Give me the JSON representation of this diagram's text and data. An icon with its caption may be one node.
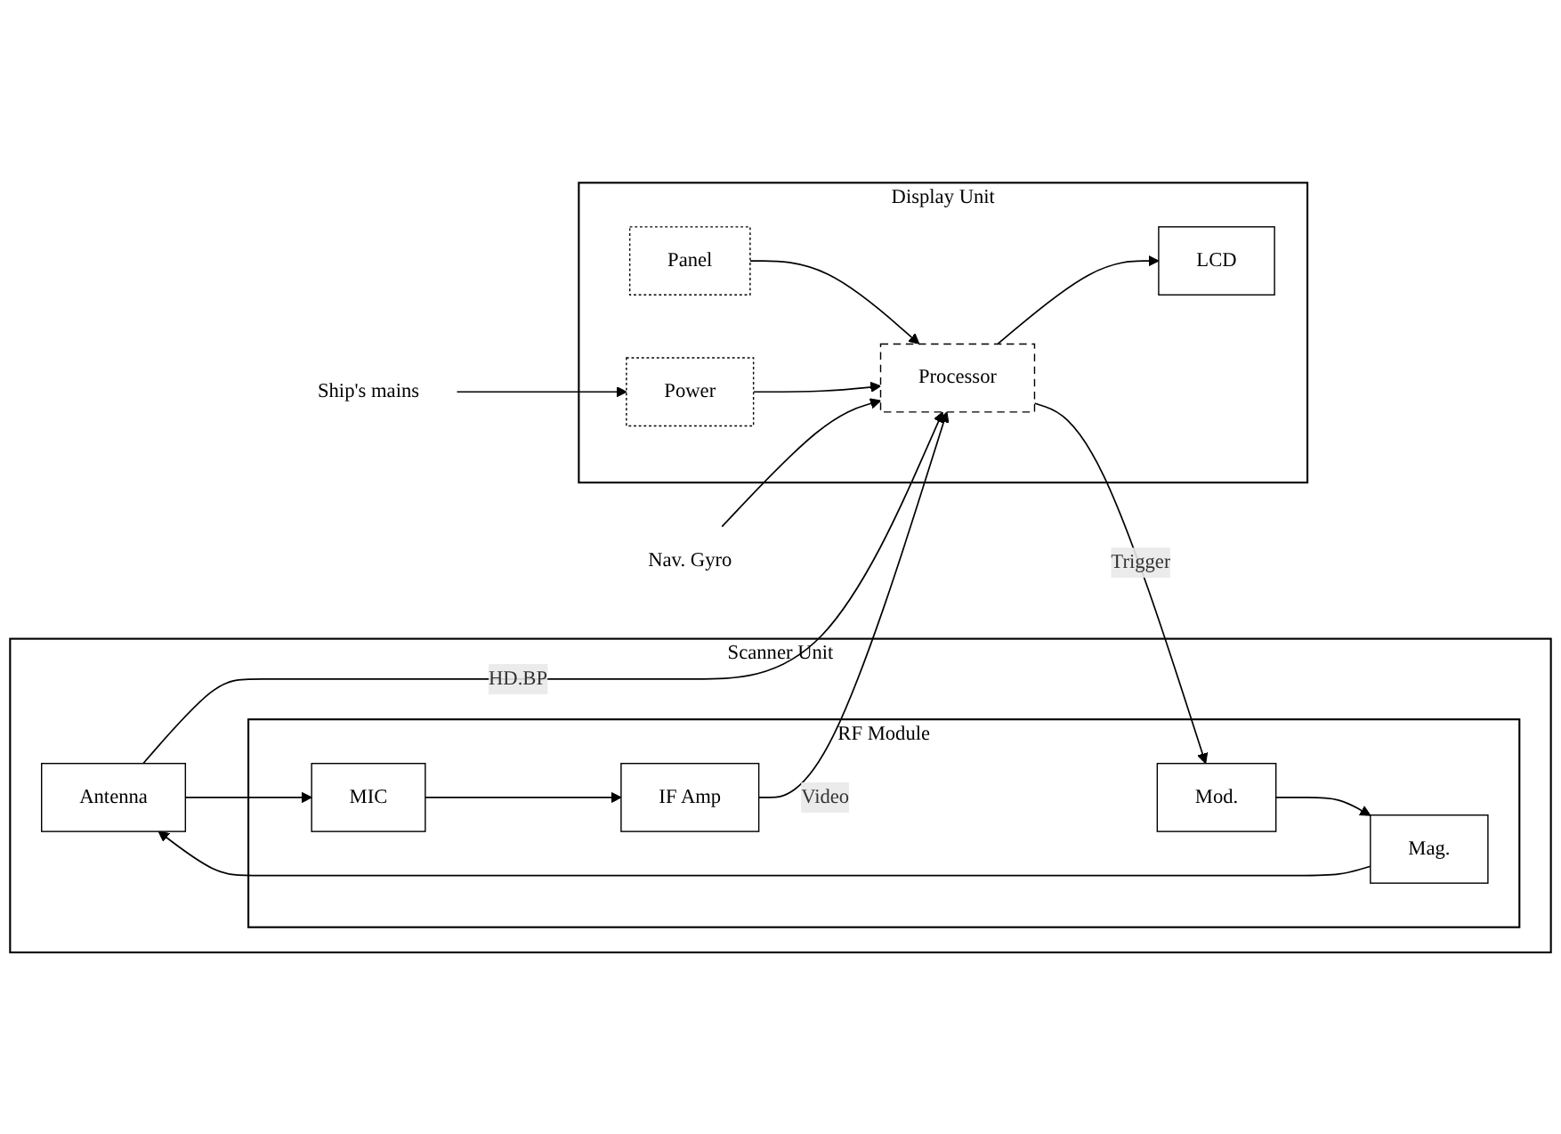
{
  "diagram": {
    "nodes": [
      {
        "text": [
          "Scanner Unit"
        ]
      },
      {
        "text": [
          "Antenna"
        ],
        "in": 0
      },
      {
        "text": [
          "RF Module"
        ],
        "in": 0
      },
      {
        "text": [
          "Mag."
        ],
        "in": 2
      },
      {
        "text": [
          "MIC"
        ],
        "in": 2
      },
      {
        "text": [
          "Mod."
        ],
        "in": 2
      },
      {
        "text": [
          "IF Amp"
        ],
        "in": 2
      },
      {
        "text": [
          "Display Unit"
        ]
      },
      {
        "text": [
          "Processor"
        ],
        "in": 7
      },
      {
        "text": [
          "LCD"
        ],
        "in": 7
      },
      {
        "text": [
          "Panel"
        ],
        "in": 7
      },
      {
        "text": [
          "Power"
        ],
        "in": 7
      },
      {
        "text": [
          "Ship's mains"
        ]
      },
      {
        "text": [
          "Nav. Gyro"
        ]
      }
    ],
    "edges": [
      {
        "from": 3,
        "to": 1,
        "arrow": "to"
      },
      {
        "from": 1,
        "to": 4,
        "arrow": "to"
      },
      {
        "from": 5,
        "to": 3,
        "arrow": "to"
      },
      {
        "from": 4,
        "to": 6,
        "arrow": "to"
      },
      {
        "from": 1,
        "to": 8,
        "arrow": "to",
        "label": "HD.BP"
      },
      {
        "from": 6,
        "to": 8,
        "arrow": "to",
        "label": "Video"
      },
      {
        "from": 8,
        "to": 5,
        "arrow": "to",
        "label": "Trigger"
      },
      {
        "from": 8,
        "to": 9,
        "arrow": "to"
      },
      {
        "from": 10,
        "to": 8,
        "arrow": "to"
      },
      {
        "from": 11,
        "to": 8,
        "arrow": "to"
      },
      {
        "from": 12,
        "to": 11,
        "arrow": "to"
      },
      {
        "from": 13,
        "to": 8,
        "arrow": "to"
      }
    ]
  }
}
